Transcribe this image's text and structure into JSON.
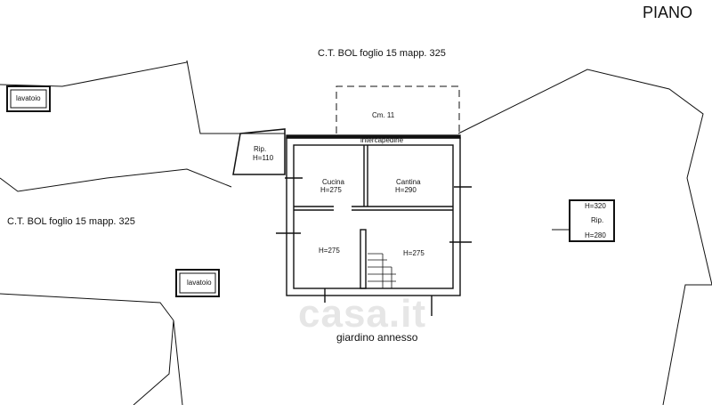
{
  "title": "PIANO",
  "watermark": "casa.it",
  "labels": {
    "ct_top": "C.T.  BOL foglio 15 mapp. 325",
    "ct_left": "C.T.  BOL foglio 15 mapp. 325",
    "lavatoio_top": "lavatoio",
    "lavatoio_bottom": "lavatoio",
    "cm": "Cm. 11",
    "intercapedine": "intercapedine",
    "rip_left": "Rip.",
    "rip_left_h": "H=110",
    "cucina": "Cucina",
    "cucina_h": "H=275",
    "cantina": "Cantina",
    "cantina_h": "H=290",
    "room_sw_h": "H=275",
    "room_se_h": "H=275",
    "rip_right_h_top": "H=320",
    "rip_right": "Rip.",
    "rip_right_h_bottom": "H=280",
    "giardino": "giardino annesso"
  }
}
